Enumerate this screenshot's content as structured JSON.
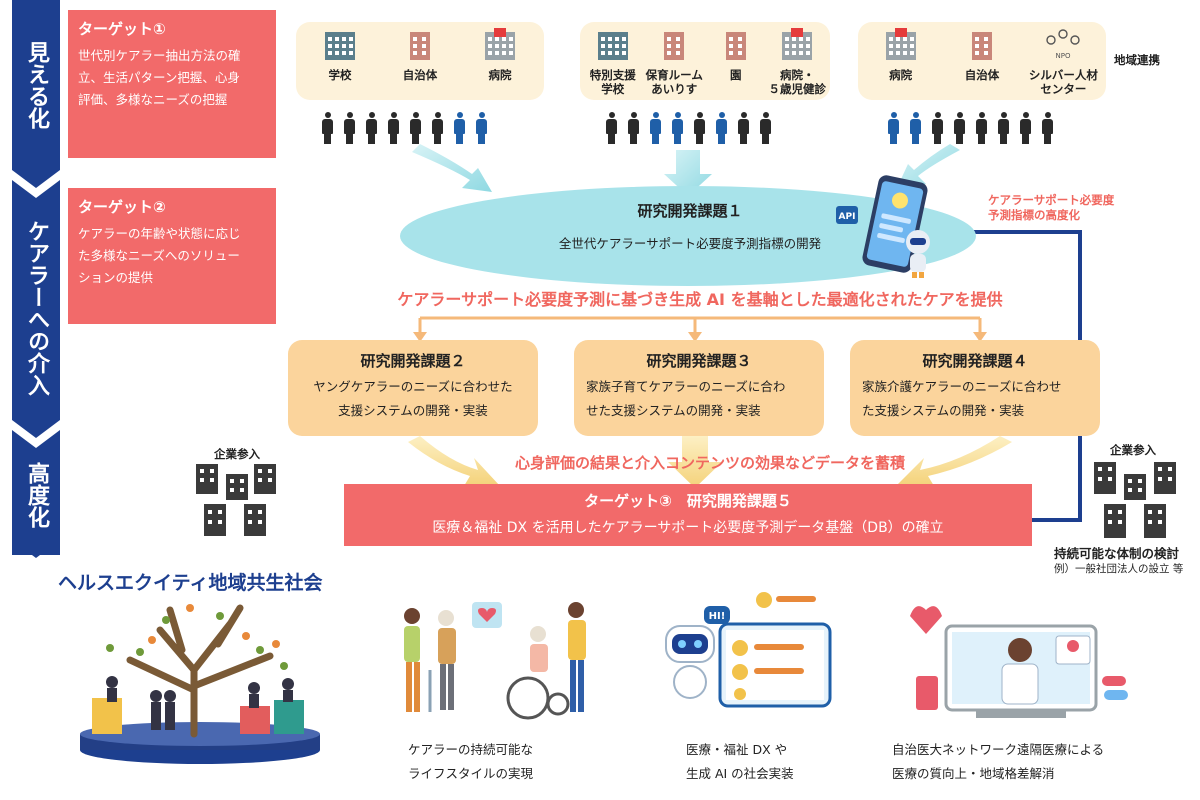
{
  "rail": {
    "stage1": "見える化",
    "stage2": "ケアラーへの介入",
    "stage3": "高度化"
  },
  "targets": [
    {
      "title": "ターゲット①",
      "lines": [
        "世代別ケアラー抽出方法の確",
        "立、生活パターン把握、心身",
        "評価、多様なニーズの把握"
      ]
    },
    {
      "title": "ターゲット②",
      "lines": [
        "ケアラーの年齢や状態に応じ",
        "た多様なニーズへのソリュー",
        "ションの提供"
      ]
    }
  ],
  "institution_groups": [
    {
      "items": [
        {
          "label": "学校",
          "icon": "school-icon",
          "color": "#5b7f8c"
        },
        {
          "label": "自治体",
          "icon": "city-hall-icon",
          "color": "#c9877a"
        },
        {
          "label": "病院",
          "icon": "hospital-icon",
          "color": "#9aa3a8"
        }
      ]
    },
    {
      "items": [
        {
          "label": "特別支援\n学校",
          "icon": "school-icon",
          "color": "#5b7f8c"
        },
        {
          "label": "保育ルーム\nあいりす",
          "icon": "nursery-icon",
          "color": "#c9877a"
        },
        {
          "label": "園",
          "icon": "kindergarten-icon",
          "color": "#c9877a"
        },
        {
          "label": "病院・\n５歳児健診",
          "icon": "hospital-icon",
          "color": "#9aa3a8"
        }
      ]
    },
    {
      "items": [
        {
          "label": "病院",
          "icon": "hospital-icon",
          "color": "#9aa3a8"
        },
        {
          "label": "自治体",
          "icon": "city-hall-icon",
          "color": "#c9877a"
        },
        {
          "label": "シルバー人材\nセンター",
          "icon": "npo-icon",
          "color": "#555555",
          "badge": "NPO"
        }
      ]
    }
  ],
  "regional_link": "地域連携",
  "project1": {
    "title": "研究開発課題１",
    "desc": "全世代ケアラーサポート必要度予測指標の開発"
  },
  "api_badge": "API",
  "feedback_label": [
    "ケアラーサポート必要度",
    "予測指標の高度化"
  ],
  "banner1": "ケアラーサポート必要度予測に基づき生成 AI を基軸とした最適化されたケアを提供",
  "projects": [
    {
      "title": "研究開発課題２",
      "lines": [
        "ヤングケアラーのニーズに合わせた",
        "支援システムの開発・実装"
      ]
    },
    {
      "title": "研究開発課題３",
      "lines": [
        "家族子育てケアラーのニーズに合わ",
        "せた支援システムの開発・実装"
      ]
    },
    {
      "title": "研究開発課題４",
      "lines": [
        "家族介護ケアラーのニーズに合わせ",
        "た支援システムの開発・実装"
      ]
    }
  ],
  "banner2": "心身評価の結果と介入コンテンツの効果などデータを蓄積",
  "company_label": "企業参入",
  "target3": {
    "title": "ターゲット③　研究開発課題５",
    "desc": "医療＆福祉 DX を活用したケアラーサポート必要度予測データ基盤（DB）の確立"
  },
  "sustain": {
    "title": "持続可能な体制の検討",
    "example": "例）一般社団法人の設立 等"
  },
  "society_title": "ヘルスエクイティ地域共生社会",
  "outcomes": [
    [
      "ケアラーの持続可能な",
      "ライフスタイルの実現"
    ],
    [
      "医療・福祉 DX や",
      "生成 AI の社会実装"
    ],
    [
      "自治医大ネットワーク遠隔医療による",
      "医療の質向上・地域格差解消"
    ]
  ],
  "chat_bubble": "HI!",
  "colors": {
    "rail": "#1d3f8f",
    "coral": "#f26a6a",
    "cream": "#fdf2da",
    "orange_box": "#fbd49c",
    "ellipse": "#a8e3ea",
    "banner_text": "#f0675f",
    "person_dark": "#2a2a2a",
    "person_blue": "#1f5fa8"
  }
}
